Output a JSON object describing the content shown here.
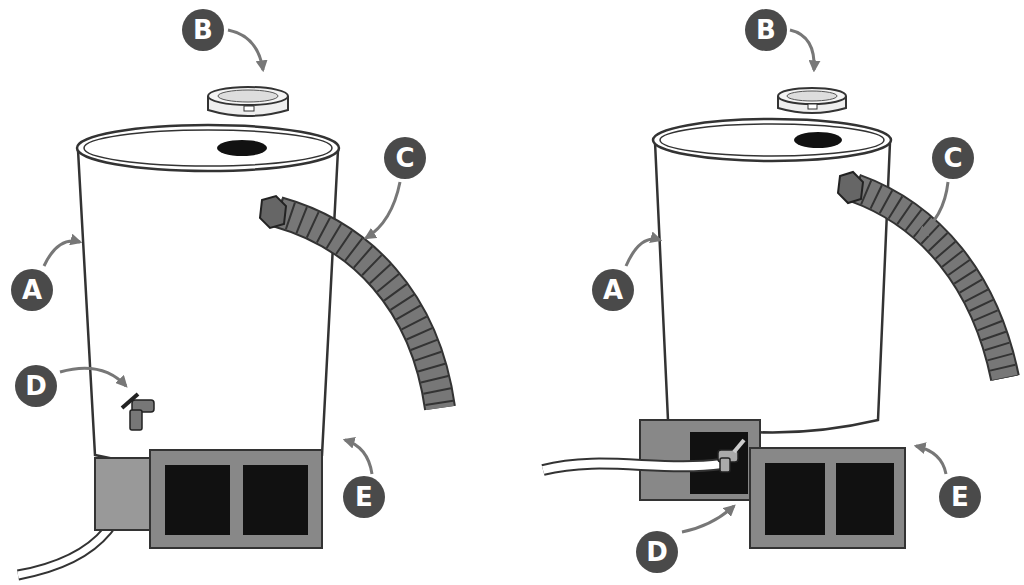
{
  "diagram": {
    "labels": [
      "B",
      "C",
      "A",
      "D",
      "E",
      "B",
      "C",
      "A",
      "E",
      "D"
    ]
  }
}
